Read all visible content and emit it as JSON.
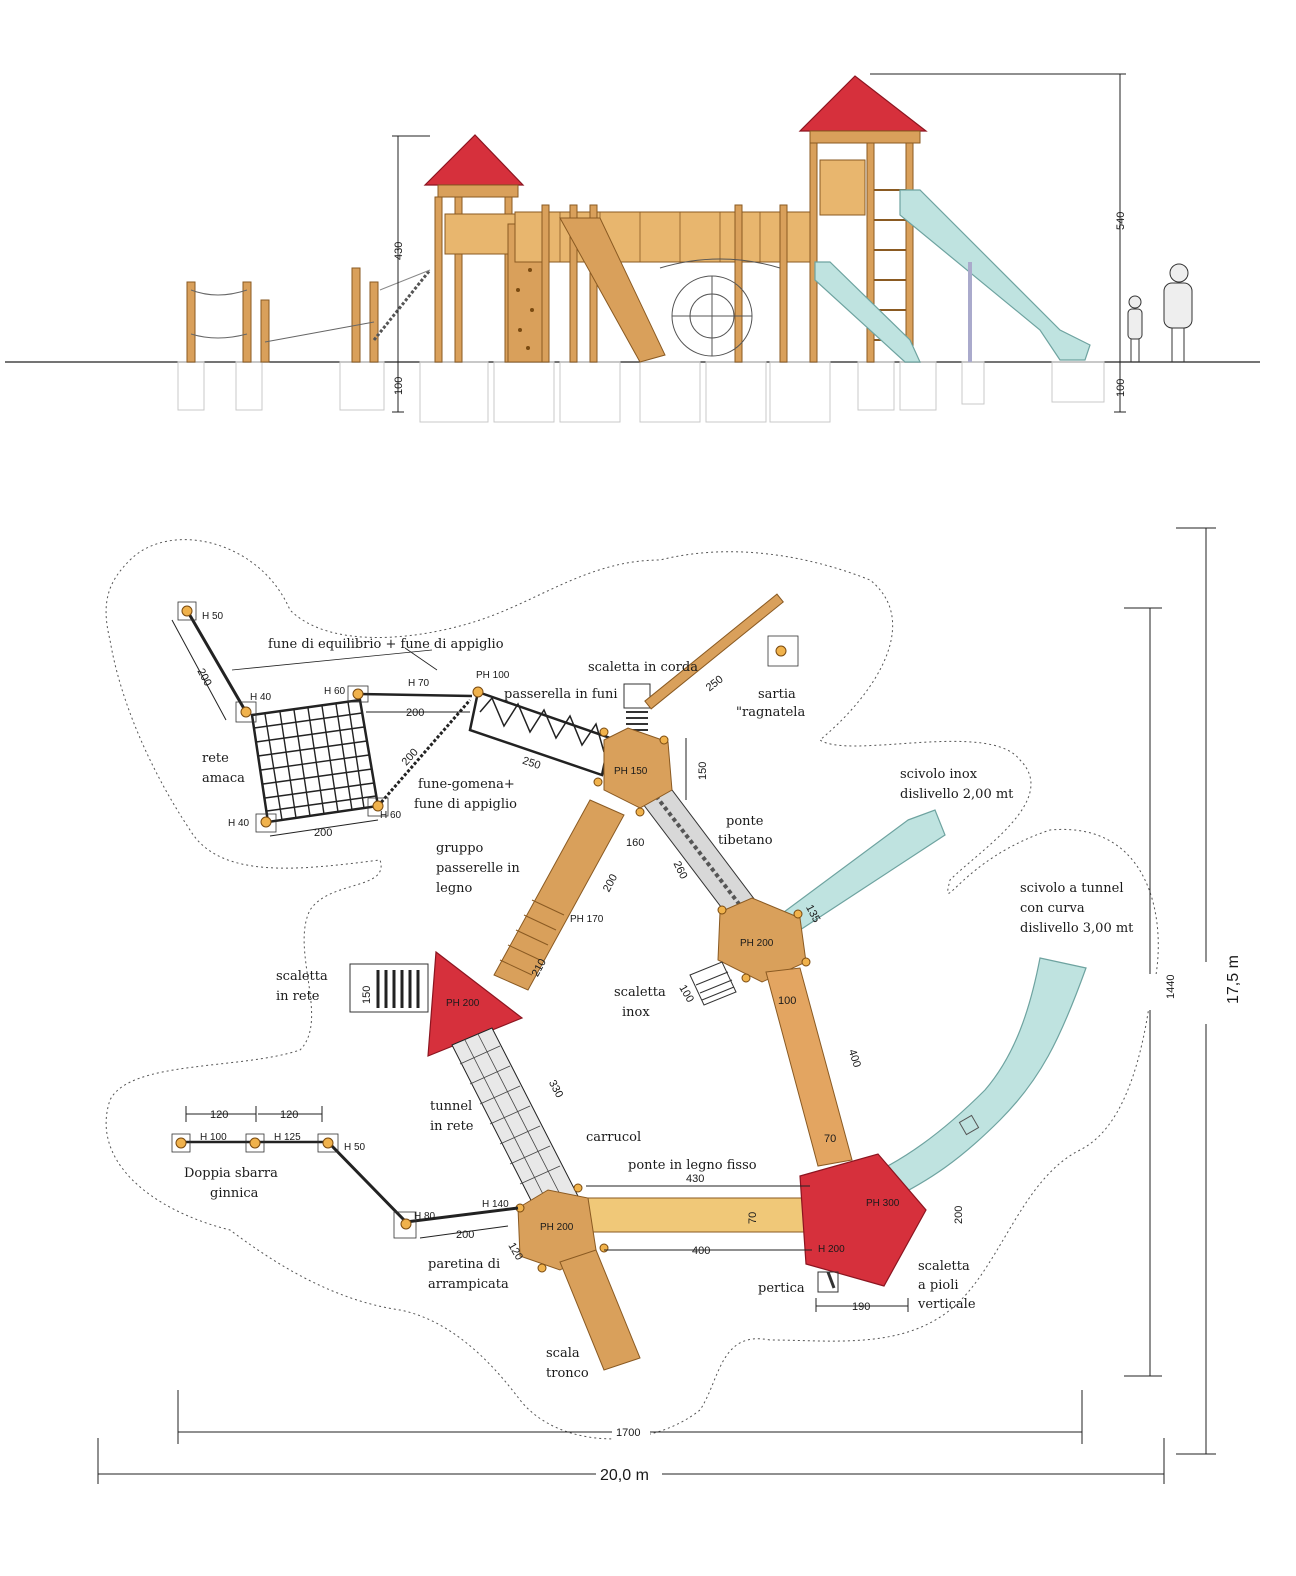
{
  "elevation": {
    "dims": {
      "tower_left": "430",
      "tower_right": "540",
      "foundation_left": "100",
      "foundation_right": "100"
    }
  },
  "plan": {
    "labels": {
      "fune_equilibrio": "fune di equilibrio + fune di appiglio",
      "scaletta_corda": "scaletta in corda",
      "passerella_funi": "passerella in funi",
      "sartia_1": "sartia",
      "sartia_2": "\"ragnatela",
      "rete_amaca_1": "rete",
      "rete_amaca_2": "amaca",
      "fune_gomena_1": "fune-gomena+",
      "fune_gomena_2": "fune di appiglio",
      "ponte_tibetano_1": "ponte",
      "ponte_tibetano_2": "tibetano",
      "scivolo_inox_1": "scivolo inox",
      "scivolo_inox_2": "dislivello 2,00 mt",
      "gruppo_1": "gruppo",
      "gruppo_2": "passerelle in",
      "gruppo_3": "legno",
      "scivolo_tunnel_1": "scivolo a tunnel",
      "scivolo_tunnel_2": "con curva",
      "scivolo_tunnel_3": "dislivello 3,00 mt",
      "scaletta_rete_1": "scaletta",
      "scaletta_rete_2": "in rete",
      "scaletta_inox_1": "scaletta",
      "scaletta_inox_2": "inox",
      "tunnel_rete_1": "tunnel",
      "tunnel_rete_2": "in rete",
      "carrucol": "carrucol",
      "ponte_legno": "ponte in legno fisso",
      "doppia_1": "Doppia sbarra",
      "doppia_2": "ginnica",
      "paretina_1": "paretina di",
      "paretina_2": "arrampicata",
      "pertica": "pertica",
      "scaletta_pioli_1": "scaletta",
      "scaletta_pioli_2": "a pioli",
      "scaletta_pioli_3": "verticale",
      "scala_tronco_1": "scala",
      "scala_tronco_2": "tronco"
    },
    "heights": {
      "h50_top": "H 50",
      "h40_a": "H 40",
      "h40_b": "H 40",
      "h60_a": "H 60",
      "h60_b": "H 60",
      "h70": "H 70",
      "ph100": "PH 100",
      "ph150": "PH 150",
      "ph170": "PH 170",
      "ph200_a": "PH 200",
      "ph200_b": "PH 200",
      "ph200_c": "PH 200",
      "ph300": "PH 300",
      "h100": "H 100",
      "h125": "H 125",
      "h50_b": "H 50",
      "h80": "H 80",
      "h140": "H 140",
      "h200": "H 200"
    },
    "dims": {
      "d200_a": "200",
      "d200_b": "200",
      "d200_c": "200",
      "d200_d": "200",
      "d200_e": "200",
      "d200_f": "200",
      "d200_g": "200",
      "d250_a": "250",
      "d250_b": "250",
      "d150_a": "150",
      "d150_b": "150",
      "d160": "160",
      "d260": "260",
      "d210": "210",
      "d135": "135",
      "d100_a": "100",
      "d100_b": "100",
      "d400_a": "400",
      "d400_b": "400",
      "d330": "330",
      "d70_a": "70",
      "d70_b": "70",
      "d430": "430",
      "d120_a": "120",
      "d120_b": "120",
      "d120_c": "120",
      "d190": "190",
      "d1440": "1440",
      "d1700": "1700"
    },
    "overall": {
      "width": "20,0 m",
      "depth": "17,5 m"
    }
  },
  "colors": {
    "wood": "#d9a05b",
    "roof": "#d6303c",
    "slide": "#bfe3e0"
  }
}
